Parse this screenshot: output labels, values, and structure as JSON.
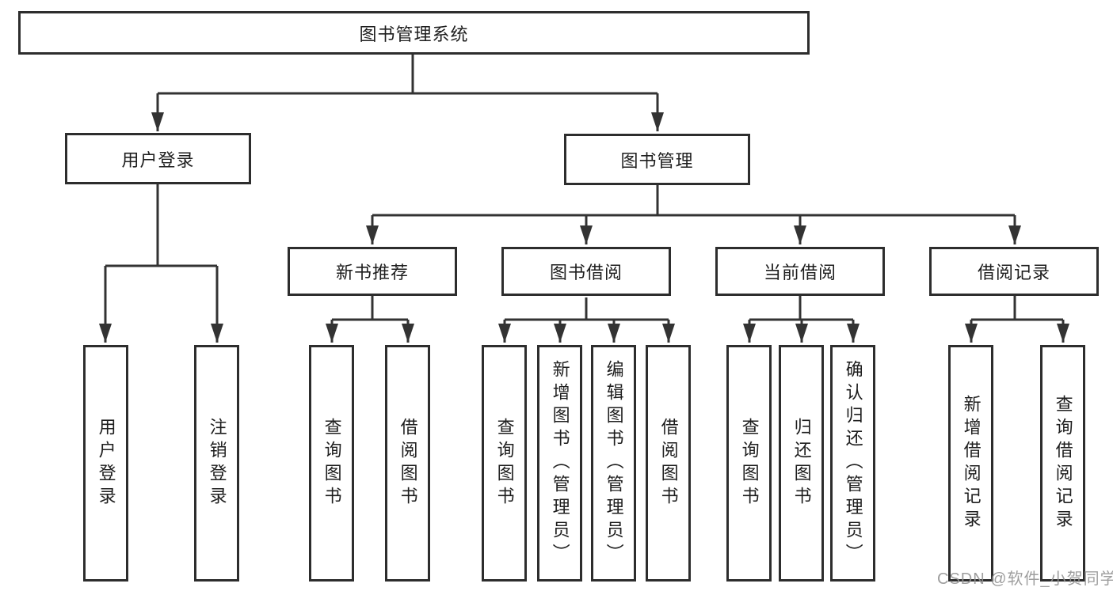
{
  "diagram": {
    "title": "图书管理系统",
    "colors": {
      "line": "#333333",
      "box_border": "#2d2d2d",
      "text": "#1e1e1e",
      "watermark": "#949494",
      "background": "#ffffff"
    },
    "nodes": {
      "root": {
        "label": "图书管理系统"
      },
      "level2": [
        {
          "label": "用户登录"
        },
        {
          "label": "图书管理"
        }
      ],
      "level3": [
        {
          "label": "新书推荐",
          "parent": "图书管理"
        },
        {
          "label": "图书借阅",
          "parent": "图书管理"
        },
        {
          "label": "当前借阅",
          "parent": "图书管理"
        },
        {
          "label": "借阅记录",
          "parent": "图书管理"
        }
      ],
      "leaves": [
        {
          "label": "用户登录",
          "parent": "用户登录"
        },
        {
          "label": "注销登录",
          "parent": "用户登录"
        },
        {
          "label": "查询图书",
          "parent": "新书推荐"
        },
        {
          "label": "借阅图书",
          "parent": "新书推荐"
        },
        {
          "label": "查询图书",
          "parent": "图书借阅"
        },
        {
          "label": "新增图书（管理员）",
          "parent": "图书借阅"
        },
        {
          "label": "编辑图书（管理员）",
          "parent": "图书借阅"
        },
        {
          "label": "借阅图书",
          "parent": "图书借阅"
        },
        {
          "label": "查询图书",
          "parent": "当前借阅"
        },
        {
          "label": "归还图书",
          "parent": "当前借阅"
        },
        {
          "label": "确认归还（管理员）",
          "parent": "当前借阅"
        },
        {
          "label": "新增借阅记录",
          "parent": "借阅记录"
        },
        {
          "label": "查询借阅记录",
          "parent": "借阅记录"
        }
      ]
    },
    "watermark": {
      "text": "CSDN @软件_小贺同学"
    }
  }
}
